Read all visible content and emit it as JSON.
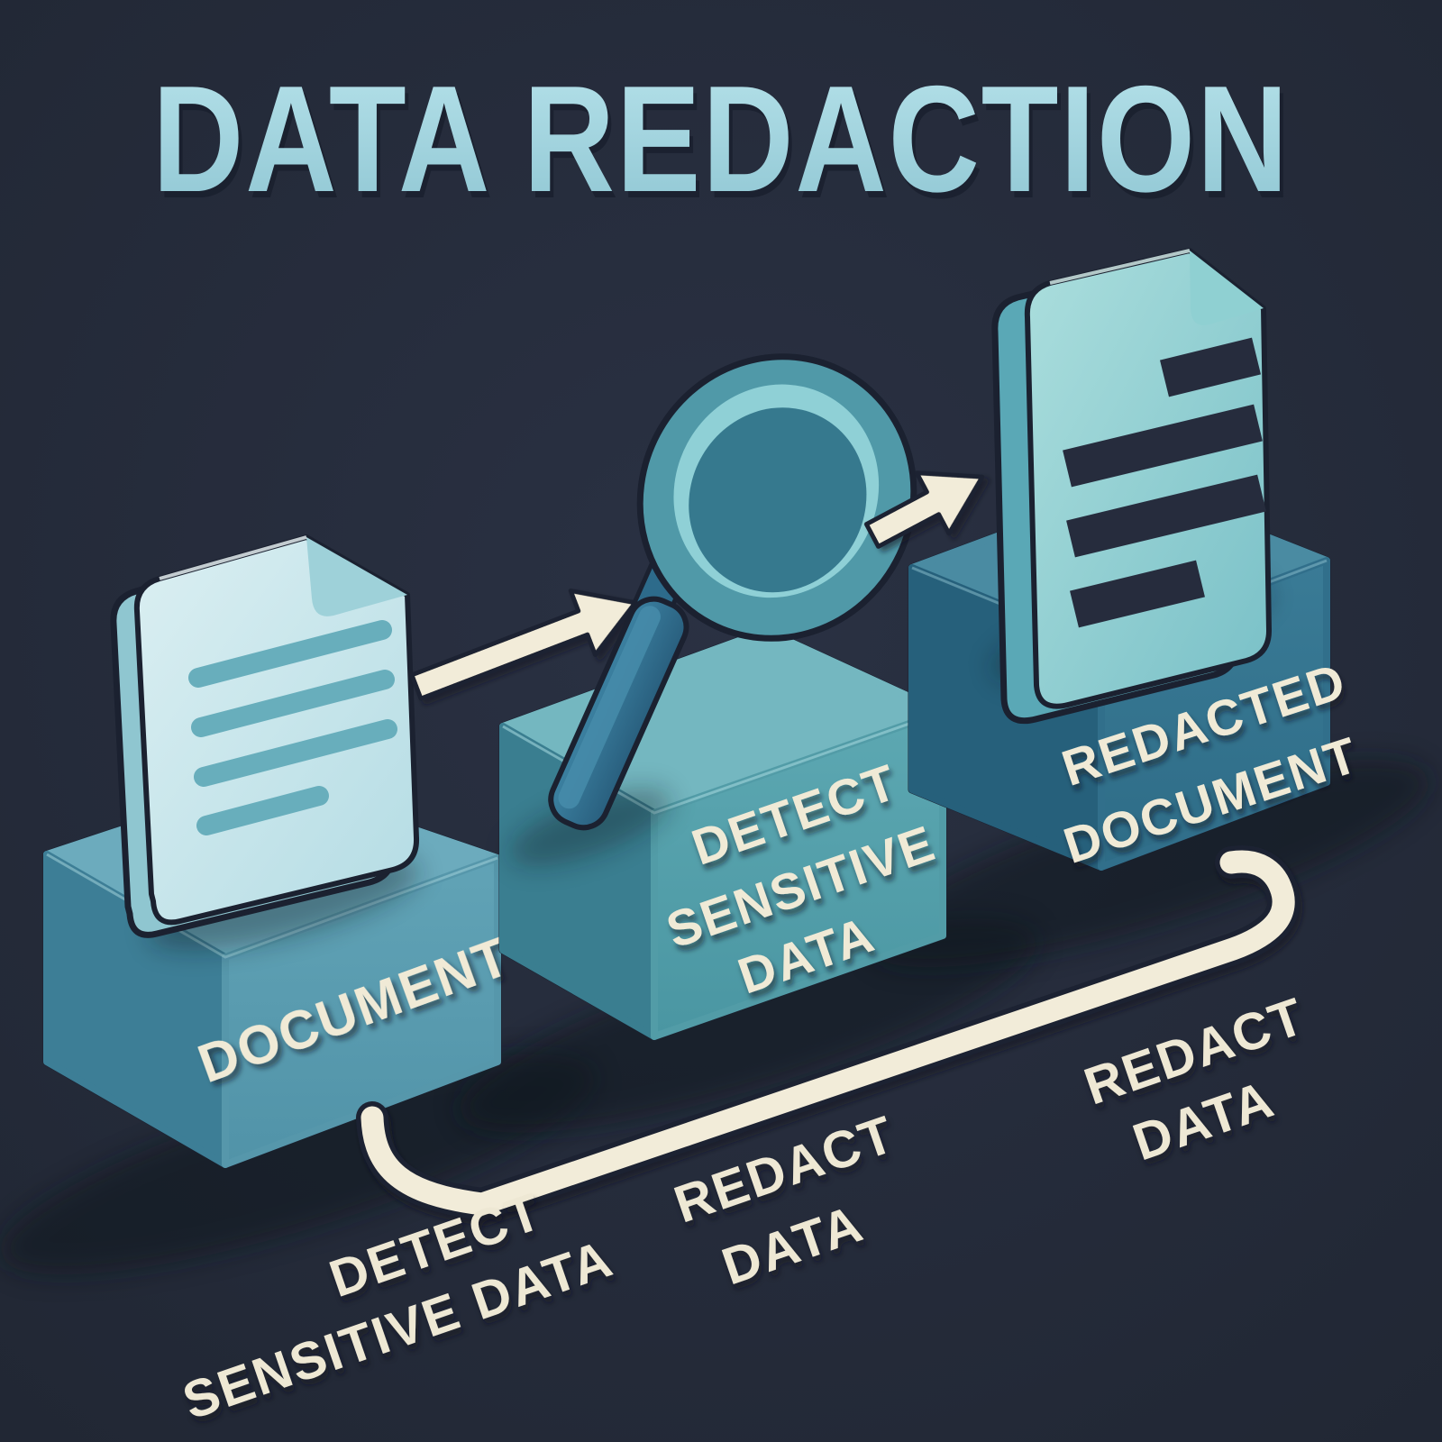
{
  "title": "DATA REDACTION",
  "stage": {
    "step1": {
      "block_label": "DOCUMENT",
      "icon": "document-icon"
    },
    "step2": {
      "block_label_line1": "DETECT",
      "block_label_line2": "SENSITIVE",
      "block_label_line3": "DATA",
      "icon": "magnifying-glass-icon"
    },
    "step3": {
      "block_label_line1": "REDACTED",
      "block_label_line2": "DOCUMENT",
      "icon": "redacted-document-icon"
    }
  },
  "flow_labels": {
    "label1_line1": "DETECT",
    "label1_line2": "SENSITIVE DATA",
    "label2_line1": "REDACT",
    "label2_line2": "DATA",
    "label3_line1": "REDACT",
    "label3_line2": "DATA"
  },
  "colors": {
    "background": "#242a38",
    "title_text": "#a7d7e1",
    "cream": "#f2ecd9",
    "outline": "#1b2130",
    "teal_box_front": "#55a0ab",
    "teal_box_top": "#74b7c0",
    "blue_box_front": "#5a9cb0",
    "dark_box_front": "#337390",
    "document_paper": "#cde9ed",
    "paper_text_lines": "#68aebc",
    "redacted_doc": "#8accce",
    "redacted_bar": "#262c3d",
    "magnifier_ring": "#5099a8",
    "magnifier_lens": "#36798e",
    "magnifier_handle": "#30708f"
  }
}
